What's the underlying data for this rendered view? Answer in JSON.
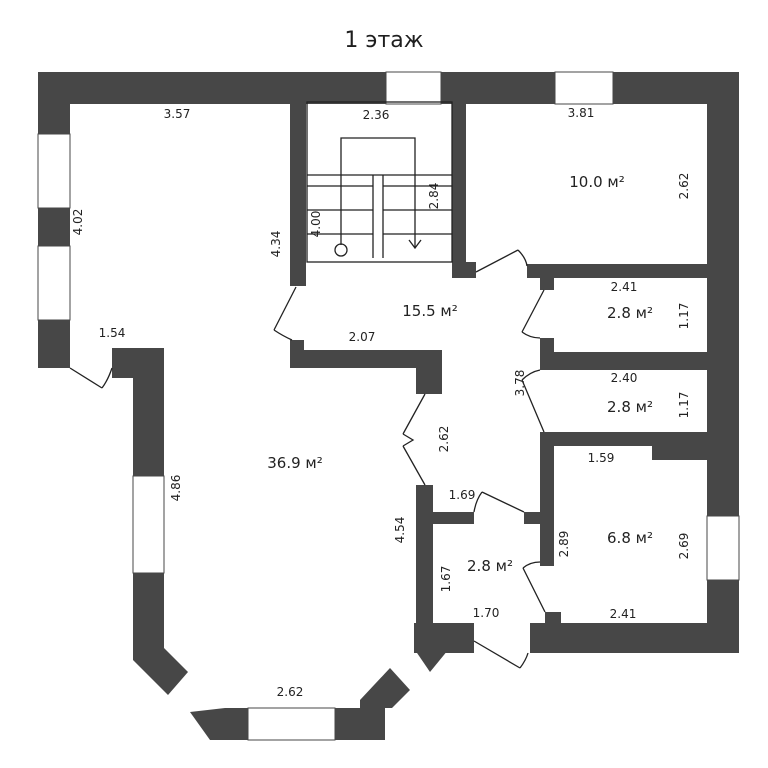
{
  "title": "1 этаж",
  "colors": {
    "wall": "#474747",
    "background": "#ffffff",
    "text": "#222222"
  },
  "rooms": [
    {
      "id": "living",
      "area": "36.9 м²"
    },
    {
      "id": "hall",
      "area": "15.5 м²"
    },
    {
      "id": "bedroom-ne",
      "area": "10.0 м²"
    },
    {
      "id": "storage-1",
      "area": "2.8 м²"
    },
    {
      "id": "storage-2",
      "area": "2.8 м²"
    },
    {
      "id": "room-se",
      "area": "6.8 м²"
    },
    {
      "id": "bathroom",
      "area": "2.8 м²"
    }
  ],
  "dimensions": {
    "living_top": "3.57",
    "living_left": "4.02",
    "living_notch": "1.54",
    "living_left_lower": "4.86",
    "living_bottom": "2.62",
    "living_right_lower": "4.54",
    "stair_left": "4.34",
    "stair_top": "2.36",
    "stair_inner": "4.00",
    "stair_right": "2.84",
    "hall_wall": "2.07",
    "hall_door": "2.62",
    "hall_right": "3.78",
    "bedroom_top": "3.81",
    "bedroom_right": "2.62",
    "storage1_top": "2.41",
    "storage1_right": "1.17",
    "storage2_top": "2.40",
    "storage2_right": "1.17",
    "se_top": "1.59",
    "se_left": "2.89",
    "se_right": "2.69",
    "se_bottom": "2.41",
    "bath_top": "1.69",
    "bath_left": "1.67",
    "bath_bottom": "1.70"
  }
}
